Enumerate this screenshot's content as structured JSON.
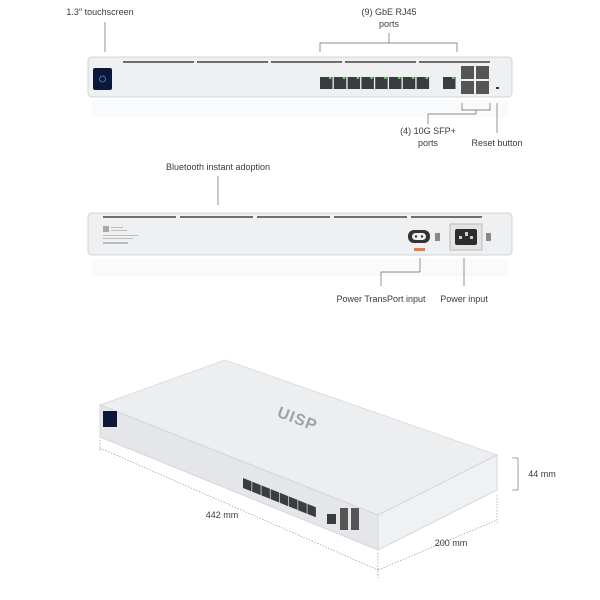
{
  "front_view": {
    "touchscreen_label": "1.3″ touchscreen",
    "rj45_label_line1": "(9) GbE RJ45",
    "rj45_label_line2": "ports",
    "sfp_label_line1": "(4) 10G SFP+",
    "sfp_label_line2": "ports",
    "reset_label": "Reset button",
    "rj45_port_count": 9,
    "sfp_port_count": 4
  },
  "rear_view": {
    "bluetooth_label": "Bluetooth instant adoption",
    "transport_label": "Power TransPort input",
    "power_label": "Power input"
  },
  "iso_view": {
    "logo": "UISP",
    "width_label": "442 mm",
    "depth_label": "200 mm",
    "height_label": "44 mm"
  },
  "colors": {
    "chassis": "#eef0f2",
    "port": "#3a3d40",
    "led": "#5fd35a",
    "screen": "#0c1838",
    "accent": "#f07a3c"
  }
}
